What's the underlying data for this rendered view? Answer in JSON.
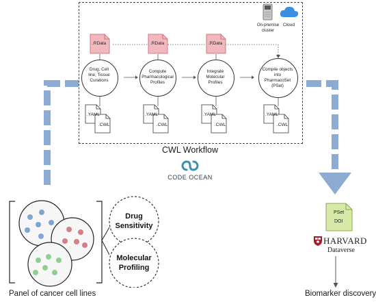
{
  "workflow": {
    "title": "CWL Workflow",
    "steps": [
      {
        "label": "Drug, Cell line, Tissue Curations",
        "data_file": ".RData",
        "yaml_file": ".YAML",
        "cwl_file": ".CWL"
      },
      {
        "label": "Compute Pharmacological Profiles",
        "data_file": ".RData",
        "yaml_file": ".YAML",
        "cwl_file": ".CWL"
      },
      {
        "label": "Integrate Molecular Profiles",
        "data_file": ".RData",
        "yaml_file": ".YAML",
        "cwl_file": ".CWL"
      },
      {
        "label": "Compile objects into PharmacoSet (PSet)",
        "yaml_file": ".YAML",
        "cwl_file": ".CWL"
      }
    ],
    "compute": {
      "on_premise_label": "On-premise cluster",
      "cloud_label": "Cloud"
    }
  },
  "code_ocean": {
    "logo_text": "CODE OCEAN"
  },
  "panel": {
    "label": "Panel of cancer cell lines",
    "datasets": [
      "Drug Sensitivity",
      "Molecular Profiling"
    ],
    "colors": {
      "blue": "#7fa6d2",
      "red": "#d27f86",
      "green": "#8fcf94"
    }
  },
  "repository": {
    "pset_label": "PSet",
    "doi_label": "DOI",
    "harvard_label": "HARVARD",
    "dataverse_label": "Dataverse"
  },
  "output": {
    "label": "Biomarker discovery"
  },
  "colors": {
    "flow_arrow": "#8eabd1",
    "rdata_fill": "#f3b8bd",
    "rdata_stroke": "#c0636b",
    "pset_fill": "#d7e9a6",
    "harvard_red": "#a51c30",
    "code_ocean_teal": "#3d8fb0"
  }
}
